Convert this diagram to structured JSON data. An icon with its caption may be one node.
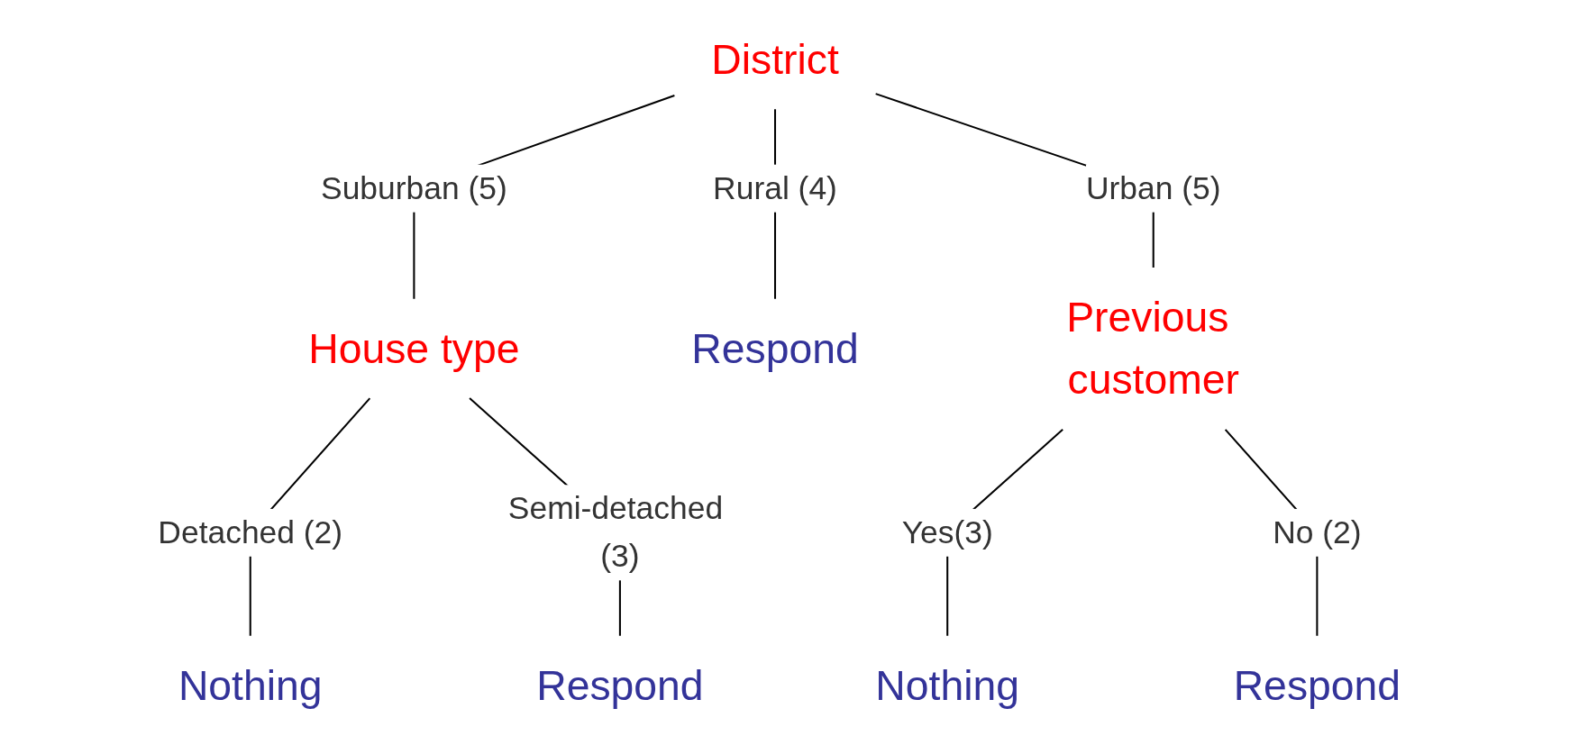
{
  "diagram": {
    "nodes": [
      {
        "text": [
          "District"
        ]
      },
      {
        "text": [
          "House type"
        ]
      },
      {
        "text": [
          "Respond"
        ]
      },
      {
        "text": [
          "Previous customer"
        ]
      },
      {
        "text": [
          "Nothing"
        ]
      },
      {
        "text": [
          "Respond"
        ]
      },
      {
        "text": [
          "Nothing"
        ]
      },
      {
        "text": [
          "Respond"
        ]
      }
    ],
    "edges": [
      {
        "from": 0,
        "to": 1,
        "arrow": "none",
        "label": "Suburban (5)"
      },
      {
        "from": 0,
        "to": 2,
        "arrow": "none",
        "label": "Rural (4)"
      },
      {
        "from": 0,
        "to": 3,
        "arrow": "none",
        "label": "Urban (5)"
      },
      {
        "from": 1,
        "to": 4,
        "arrow": "none",
        "label": "Detached (2)"
      },
      {
        "from": 1,
        "to": 5,
        "arrow": "none",
        "label": "Semi-detached (3)"
      },
      {
        "from": 3,
        "to": 6,
        "arrow": "none",
        "label": "Yes(3)"
      },
      {
        "from": 3,
        "to": 7,
        "arrow": "none",
        "label": "No (2)"
      }
    ]
  }
}
